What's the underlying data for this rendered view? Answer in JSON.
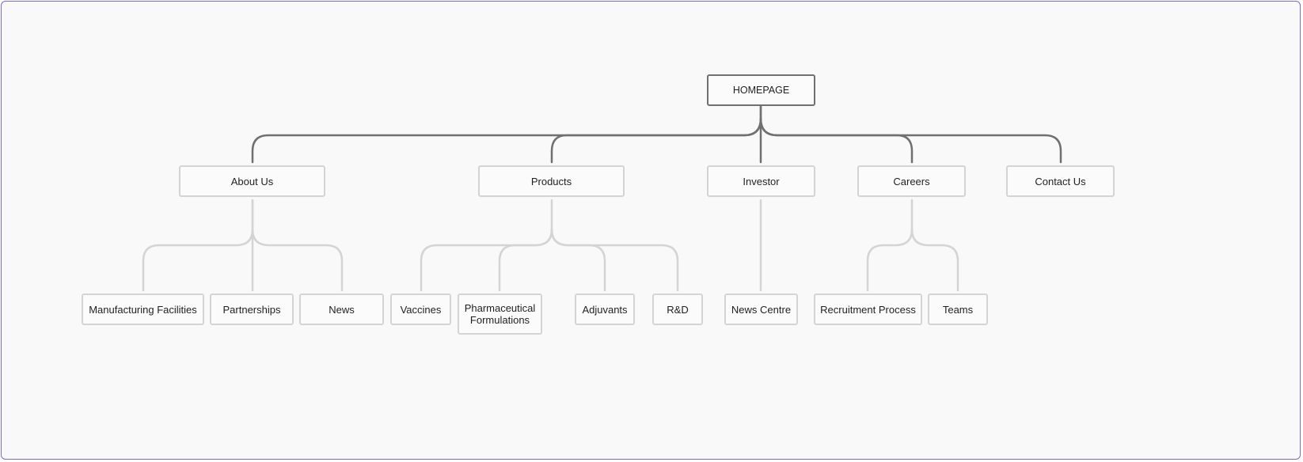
{
  "root": {
    "label": "HOMEPAGE"
  },
  "level1": [
    {
      "label": "About Us"
    },
    {
      "label": "Products"
    },
    {
      "label": "Investor"
    },
    {
      "label": "Careers"
    },
    {
      "label": "Contact Us"
    }
  ],
  "about": [
    {
      "label": "Manufacturing Facilities"
    },
    {
      "label": "Partnerships"
    },
    {
      "label": "News"
    }
  ],
  "products": [
    {
      "label": "Vaccines"
    },
    {
      "label": "Pharmaceutical Formulations"
    },
    {
      "label": "Adjuvants"
    },
    {
      "label": "R&D"
    }
  ],
  "investor": [
    {
      "label": "News Centre"
    }
  ],
  "careers": [
    {
      "label": "Recruitment Process"
    },
    {
      "label": "Teams"
    }
  ],
  "colors": {
    "frame_border": "#7b68d6",
    "primary_connector": "#707070",
    "secondary_connector": "#d4d4d4"
  }
}
